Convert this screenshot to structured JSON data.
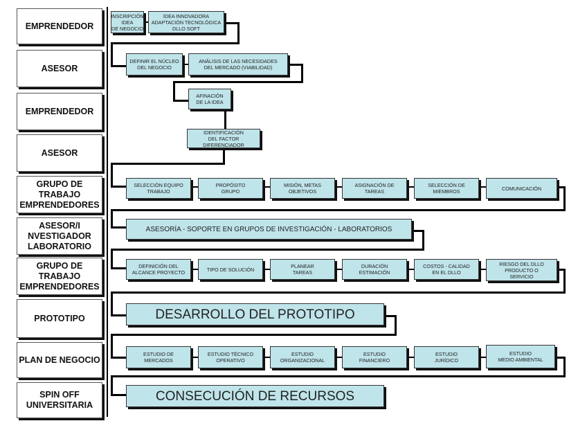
{
  "roles": [
    "EMPRENDEDOR",
    "ASESOR",
    "EMPRENDEDOR",
    "ASESOR",
    "GRUPO DE\nTRABAJO\nEMPRENDEDORES",
    "ASESOR/I\nNVESTIGADOR\nLABORATORIO",
    "GRUPO DE\nTRABAJO\nEMPRENDEDORES",
    "PROTOTIPO",
    "PLAN DE NEGOCIO",
    "SPIN OFF\nUNIVERSITARIA"
  ],
  "row1": [
    "INSCRIPCIÓN\nIDEA\nDE NEGOCIO",
    "IDEA INNOVADORA\nADAPTACIÓN TECNOLÓGICA\nDLLO SOFT"
  ],
  "row2": [
    "DEFINIR EL NÚCLEO\nDEL NEGOCIO",
    "ANÁLISIS DE LAS NECESIDADES\nDEL MERCADO (VIABILIDAD)"
  ],
  "row3": [
    "AFINACIÓN\nDE LA IDEA"
  ],
  "row4": [
    "IDENTIFICACIÓN\nDEL FACTOR DIFERENCIADOR"
  ],
  "row5": [
    "SELECCIÓN EQUIPO\nTRABAJO",
    "PROPÓSITO\nGRUPO",
    "MISIÓN, METAS\nOBJETIVOS",
    "ASIGNACIÓN DE\nTAREAS",
    "SELECCIÓN DE\nMIEMBROS",
    "COMUNICACIÓN"
  ],
  "row6": [
    "ASESORÍA - SOPORTE EN GRUPOS DE INVESTIGACIÓN - LABORATORIOS"
  ],
  "row7": [
    "DEFINICIÓN DEL\nALCANCE PROYECTO",
    "TIPO DE SOLUCIÓN",
    "PLANEAR\nTAREAS",
    "DURACIÓN\nESTIMACIÓN",
    "COSTOS - CALIDAD\nEN EL DLLO",
    "RIESGO DEL DLLO\nPRODUCTO O\nSERVICIO"
  ],
  "row8": [
    "DESARROLLO DEL PROTOTIPO"
  ],
  "row9": [
    "ESTUDIO DE\nMERCADOS",
    "ESTUDIO TÉCNICO\nOPERATIVO",
    "ESTUDIO\nORGANIZACIONAL",
    "ESTUDIO\nFINANCIERO",
    "ESTUDIO\nJURÍDICO",
    "ESTUDIO\nMEDIO AMBIENTAL"
  ],
  "row10": [
    "CONSECUCIÓN DE RECURSOS"
  ]
}
